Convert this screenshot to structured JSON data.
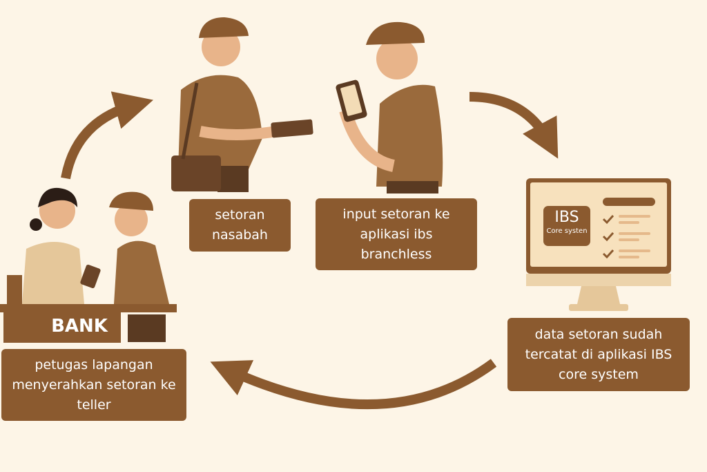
{
  "steps": [
    {
      "id": "teller",
      "label": "petugas lapangan menyerahkan setoran ke teller"
    },
    {
      "id": "customer",
      "label": "setoran nasabah"
    },
    {
      "id": "input",
      "label": "input setoran ke aplikasi ibs branchless"
    },
    {
      "id": "recorded",
      "label": "data setoran sudah tercatat di aplikasi IBS core system"
    }
  ],
  "bank_sign": "BANK",
  "monitor": {
    "title": "IBS",
    "subtitle": "Core systen"
  },
  "colors": {
    "background": "#fdf5e7",
    "accent": "#8b5a2f",
    "light": "#f3dcb6"
  }
}
